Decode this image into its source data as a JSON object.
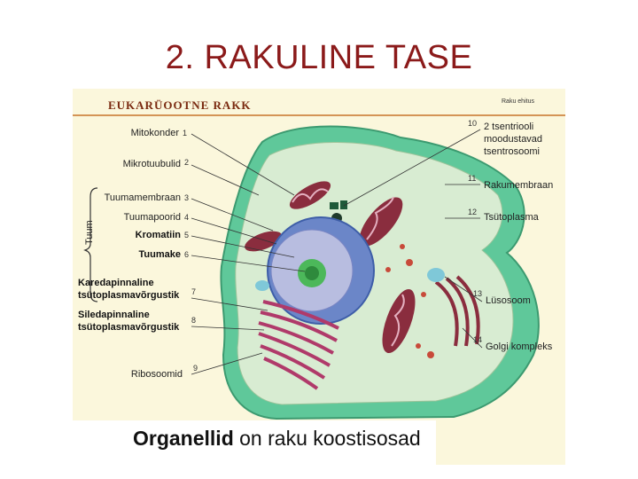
{
  "title": {
    "number": "2.",
    "text": "RAKULINE TASE"
  },
  "figure": {
    "header": "EUKARÜOOTNE   RAKK",
    "header_right": "Raku ehitus",
    "group_label": "Tuum",
    "left_labels": [
      {
        "num": "1",
        "text": "Mitokonder"
      },
      {
        "num": "2",
        "text": "Mikrotuubulid"
      },
      {
        "num": "3",
        "text": "Tuumamembraan"
      },
      {
        "num": "4",
        "text": "Tuumapoorid"
      },
      {
        "num": "5",
        "text": "Kromatiin"
      },
      {
        "num": "6",
        "text": "Tuumake"
      },
      {
        "num": "7",
        "text_line1": "Karedapinnaline",
        "text_line2": "tsütoplasmavõrgustik"
      },
      {
        "num": "8",
        "text_line1": "Siledapinnaline",
        "text_line2": "tsütoplasmavõrgustik"
      },
      {
        "num": "9",
        "text": "Ribosoomid"
      }
    ],
    "right_labels": [
      {
        "num": "10",
        "text_line1": "2 tsentrioo­li",
        "text_line2": "moodustavad",
        "text_line3": "tsentrosoomi"
      },
      {
        "num": "11",
        "text": "Rakumembraan"
      },
      {
        "num": "12",
        "text": "Tsütoplasma"
      },
      {
        "num": "13",
        "text": "Lüsosoom"
      },
      {
        "num": "14",
        "text": "Golgi kompleks"
      }
    ]
  },
  "caption": {
    "bold": "Organellid",
    "rest": " on raku koostisosad"
  },
  "colors": {
    "title": "#8b1a1a",
    "background_panel": "#fbf7dc",
    "cell_outer": "#5fc89a",
    "cytoplasm": "#d8ecd2",
    "nucleus": "#6b86c8",
    "er": "#b03a6a"
  }
}
